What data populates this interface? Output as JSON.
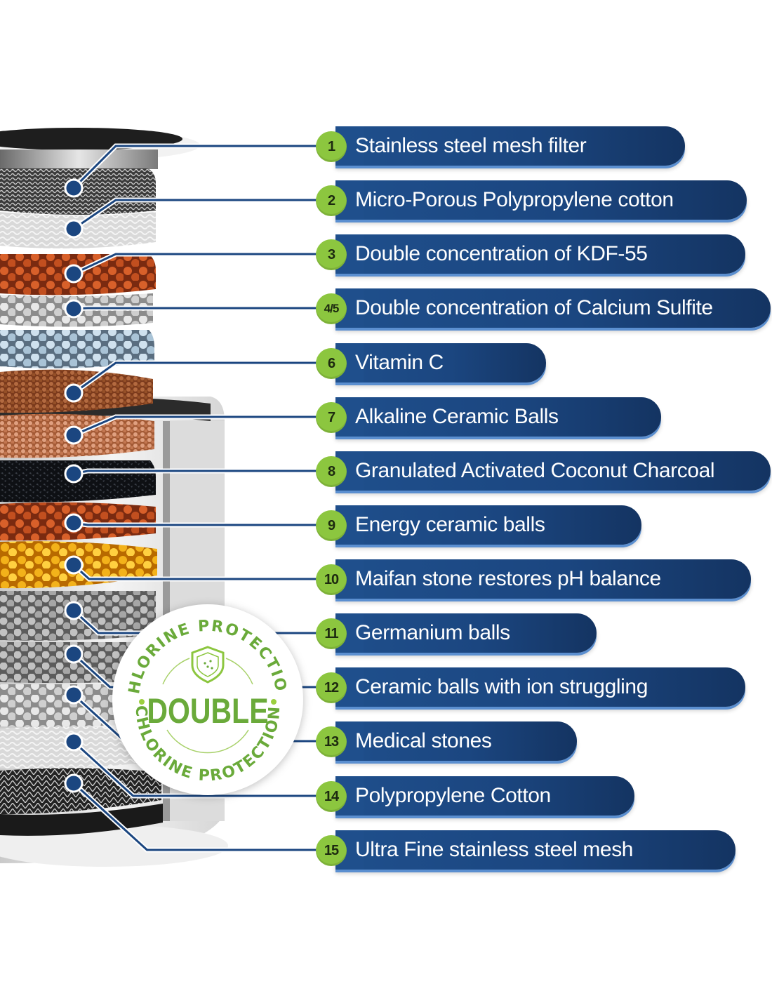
{
  "diagram": {
    "subject": "15-stage shower filter cartridge cross-section",
    "colors": {
      "label_bg": "#1f4f8c",
      "label_bg_dark": "#143462",
      "badge": "#8cc63f",
      "connector": "#1b4680",
      "seal_green": "#6aaa3a"
    },
    "layers": [
      {
        "number": "1",
        "label": "Stainless steel mesh filter"
      },
      {
        "number": "2",
        "label": "Micro-Porous Polypropylene cotton"
      },
      {
        "number": "3",
        "label": "Double concentration of KDF-55"
      },
      {
        "number": "4/5",
        "label": "Double concentration of Calcium Sulfite"
      },
      {
        "number": "6",
        "label": "Vitamin C"
      },
      {
        "number": "7",
        "label": "Alkaline Ceramic Balls"
      },
      {
        "number": "8",
        "label": "Granulated Activated Coconut Charcoal"
      },
      {
        "number": "9",
        "label": "Energy ceramic balls"
      },
      {
        "number": "10",
        "label": "Maifan stone restores pH balance"
      },
      {
        "number": "11",
        "label": "Germanium balls"
      },
      {
        "number": "12",
        "label": "Ceramic balls with ion struggling"
      },
      {
        "number": "13",
        "label": "Medical stones"
      },
      {
        "number": "14",
        "label": "Polypropylene Cotton"
      },
      {
        "number": "15",
        "label": "Ultra Fine stainless steel mesh"
      }
    ],
    "seal": {
      "top_arc": "CHLORINE PROTECTION",
      "bottom_arc": "CHLORINE PROTECTION",
      "center": "DOUBLE",
      "icon": "shield-icon"
    }
  }
}
